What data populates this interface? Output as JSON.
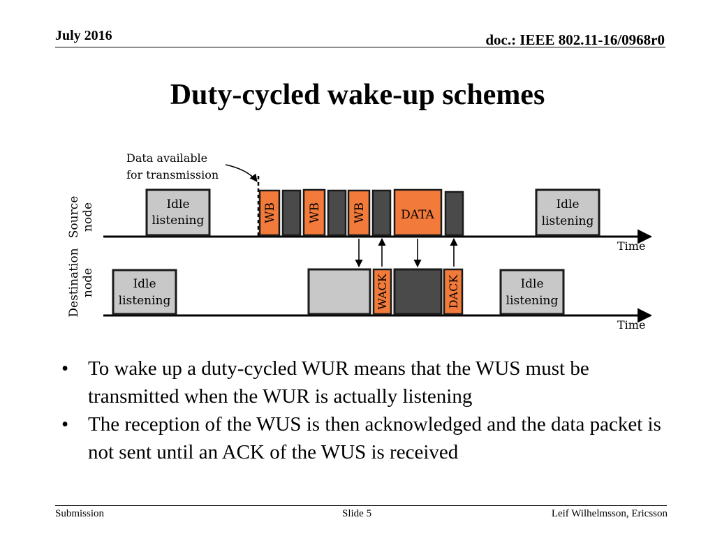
{
  "header": {
    "date": "July 2016",
    "doc": "doc.: IEEE 802.11-16/0968r0"
  },
  "title": "Duty-cycled wake-up schemes",
  "diagram": {
    "annotation_line1": "Data available",
    "annotation_line2": "for transmission",
    "source_label_1": "Source",
    "source_label_2": "node",
    "dest_label_1": "Destination",
    "dest_label_2": "node",
    "time_label": "Time",
    "idle_line1": "Idle",
    "idle_line2": "listening",
    "wb": "WB",
    "data": "DATA",
    "wack": "WACK",
    "dack": "DACK",
    "colors": {
      "orange": "#f27a3a",
      "dark": "#4a4a4a",
      "light": "#c8c8c8"
    }
  },
  "bullets": [
    "To wake up a duty-cycled WUR means that the WUS must be transmitted when the WUR is actually listening",
    "The reception of the WUS is then acknowledged and the data packet is not sent until an ACK of the WUS is received"
  ],
  "footer": {
    "left": "Submission",
    "center": "Slide 5",
    "right": "Leif Wilhelmsson, Ericsson"
  }
}
